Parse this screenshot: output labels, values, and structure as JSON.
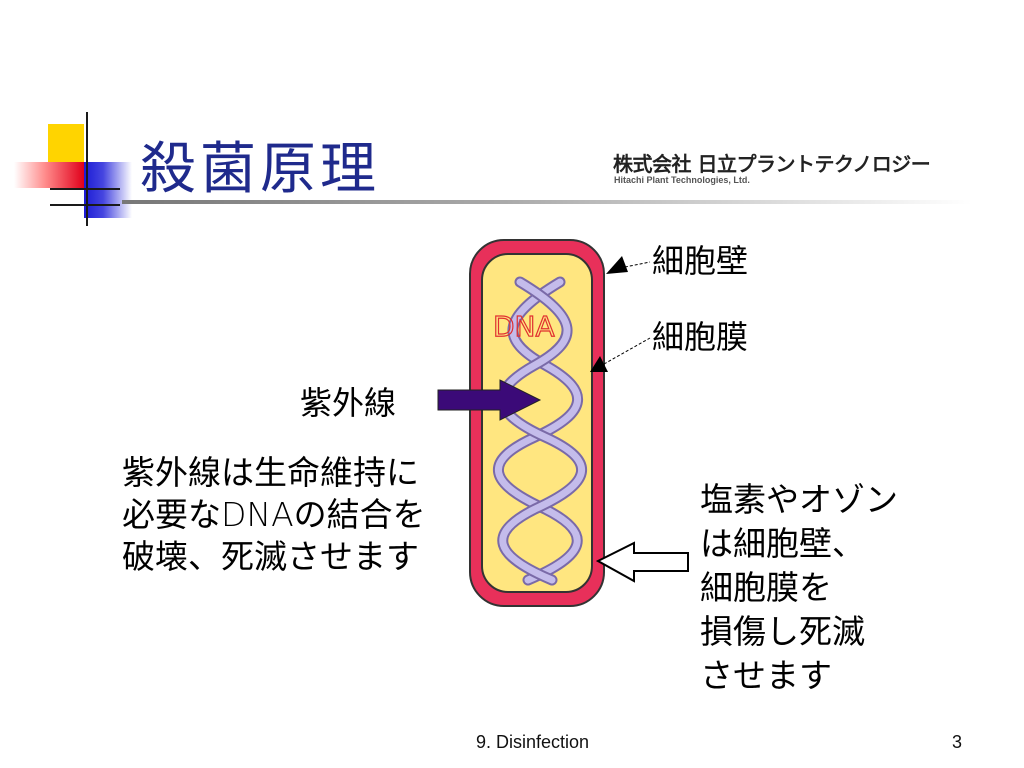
{
  "slide": {
    "title": "殺菌原理",
    "logo": {
      "name": "株式会社 日立プラントテクノロジー",
      "name_en": "Hitachi Plant Technologies, Ltd."
    },
    "footer": {
      "text": "9. Disinfection",
      "page": "3"
    }
  },
  "diagram": {
    "dna_label": "DNA",
    "cell_wall_label": "細胞壁",
    "cell_membrane_label": "細胞膜",
    "uv_label": "紫外線",
    "uv_explanation": "紫外線は生命維持に\n必要なDNAの結合を\n破壊、死滅させます",
    "chlorine_explanation": "塩素やオゾン\nは細胞壁、\n細胞膜を\n損傷し死滅\nさせます"
  },
  "colors": {
    "title": "#1f2a8c",
    "cell_wall": "#e8305a",
    "cytoplasm": "#ffe680",
    "dna_strand": "#b7aee0",
    "uv_arrow": "#3b0a78",
    "dna_label": "#e03030"
  }
}
